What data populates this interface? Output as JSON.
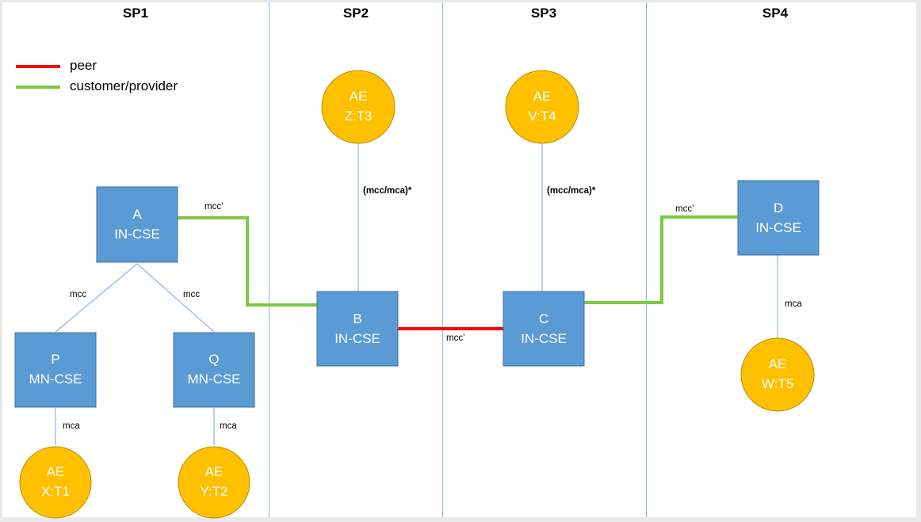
{
  "columns": [
    {
      "id": "sp1",
      "title": "SP1"
    },
    {
      "id": "sp2",
      "title": "SP2"
    },
    {
      "id": "sp3",
      "title": "SP3"
    },
    {
      "id": "sp4",
      "title": "SP4"
    }
  ],
  "legend": [
    {
      "id": "peer",
      "label": "peer",
      "color": "#ff0000"
    },
    {
      "id": "customer-provider",
      "label": "customer/provider",
      "color": "#7ec843"
    }
  ],
  "colors": {
    "cse_fill": "#5b9bd5",
    "cse_stroke": "#41719c",
    "ae_fill": "#ffc000",
    "ae_stroke": "#bc8c00",
    "thin_line": "#8eb4e3",
    "divider": "#8eb4e3",
    "peer": "#ff0000",
    "customer_provider": "#7ec843"
  },
  "nodes": {
    "A": {
      "line1": "A",
      "line2": "IN-CSE"
    },
    "B": {
      "line1": "B",
      "line2": "IN-CSE"
    },
    "C": {
      "line1": "C",
      "line2": "IN-CSE"
    },
    "D": {
      "line1": "D",
      "line2": "IN-CSE"
    },
    "P": {
      "line1": "P",
      "line2": "MN-CSE"
    },
    "Q": {
      "line1": "Q",
      "line2": "MN-CSE"
    },
    "AE_X": {
      "line1": "AE",
      "line2": "X:T1"
    },
    "AE_Y": {
      "line1": "AE",
      "line2": "Y:T2"
    },
    "AE_Z": {
      "line1": "AE",
      "line2": "Z:T3"
    },
    "AE_V": {
      "line1": "AE",
      "line2": "V:T4"
    },
    "AE_W": {
      "line1": "AE",
      "line2": "W:T5"
    }
  },
  "edge_labels": {
    "a_b": "mcc’",
    "a_p": "mcc",
    "a_q": "mcc",
    "p_x": "mca",
    "q_y": "mca",
    "b_z": "(mcc/mca)*",
    "c_v": "(mcc/mca)*",
    "b_c": "mcc’",
    "c_d": "mcc’",
    "d_w": "mca"
  }
}
